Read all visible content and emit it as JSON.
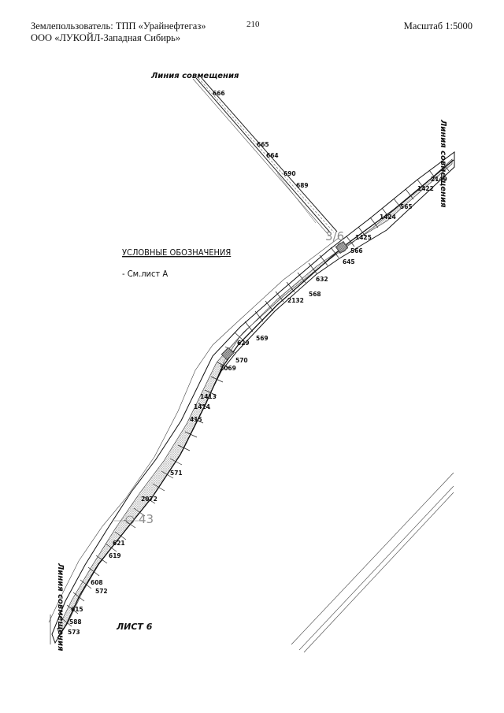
{
  "header": {
    "landuser_line1": "Землепользователь: ТПП «Урайнефтегаз»",
    "landuser_line2": "ООО «ЛУКОЙЛ-Западная Сибирь»",
    "page_number": "210",
    "scale": "Масштаб 1:5000"
  },
  "map": {
    "match_line_top": "Линия совмещения",
    "match_line_right": "Линия совмещения",
    "match_line_left": "Линия совмещения",
    "legend_title": "УСЛОВНЫЕ ОБОЗНАЧЕНИЯ",
    "legend_item": "- См.лист А",
    "sheet_label": "ЛИСТ 6",
    "node_1": "3/6",
    "node_2": "43",
    "pickets": {
      "p666": "666",
      "p665": "665",
      "p664": "664",
      "p690": "690",
      "p689": "689",
      "p2149": "2149",
      "p1422": "1422",
      "p565": "565",
      "p1424": "1424",
      "p1425": "1425",
      "p566": "566",
      "p645": "645",
      "p632": "632",
      "p568": "568",
      "p2132": "2132",
      "p569": "569",
      "p629": "629",
      "p570": "570",
      "p2069": "2069",
      "p1413": "1413",
      "p1414": "1414",
      "p415": "415",
      "p571": "571",
      "p2072": "2072",
      "p621": "621",
      "p619": "619",
      "p608": "608",
      "p572": "572",
      "p615": "615",
      "p588": "588",
      "p573": "573"
    }
  }
}
